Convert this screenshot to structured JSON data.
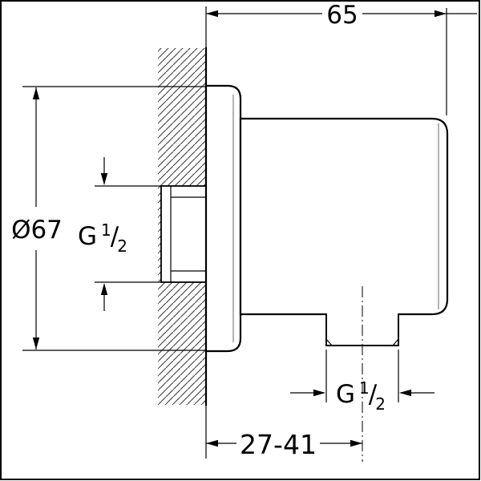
{
  "dims": {
    "top_width": "65",
    "flange_diameter": "Ø67",
    "offset_range": "27-41",
    "inlet_thread": {
      "prefix": "G",
      "numerator": "1",
      "slash": "/",
      "denominator": "2"
    },
    "outlet_thread": {
      "prefix": "G",
      "numerator": "1",
      "slash": "/",
      "denominator": "2"
    }
  },
  "colors": {
    "line": "#000000",
    "background": "#ffffff",
    "hatch": "#3d3d3d",
    "highlight": "#9a9a9a"
  }
}
